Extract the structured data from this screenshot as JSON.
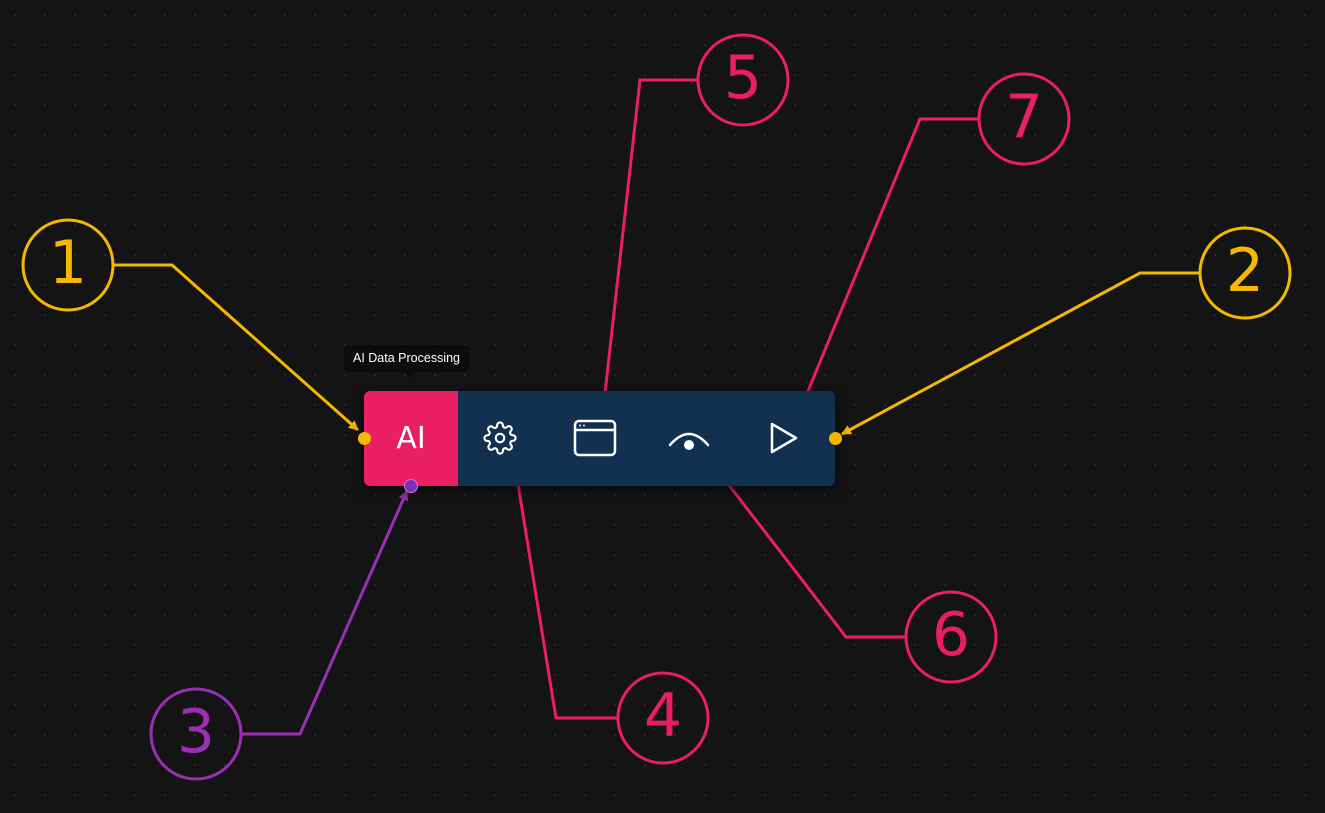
{
  "node": {
    "badge_label": "AI",
    "tooltip": "AI Data Processing",
    "badge_color": "#e91e63",
    "toolbar_color": "#12304f"
  },
  "tools": [
    {
      "icon": "gear-icon"
    },
    {
      "icon": "window-icon"
    },
    {
      "icon": "eye-icon"
    },
    {
      "icon": "play-icon"
    }
  ],
  "callouts": [
    {
      "number": "1",
      "color": "#f5b800"
    },
    {
      "number": "2",
      "color": "#f5b800"
    },
    {
      "number": "3",
      "color": "#9b2fb3"
    },
    {
      "number": "4",
      "color": "#e91e63"
    },
    {
      "number": "5",
      "color": "#e91e63"
    },
    {
      "number": "6",
      "color": "#e91e63"
    },
    {
      "number": "7",
      "color": "#e91e63"
    }
  ]
}
